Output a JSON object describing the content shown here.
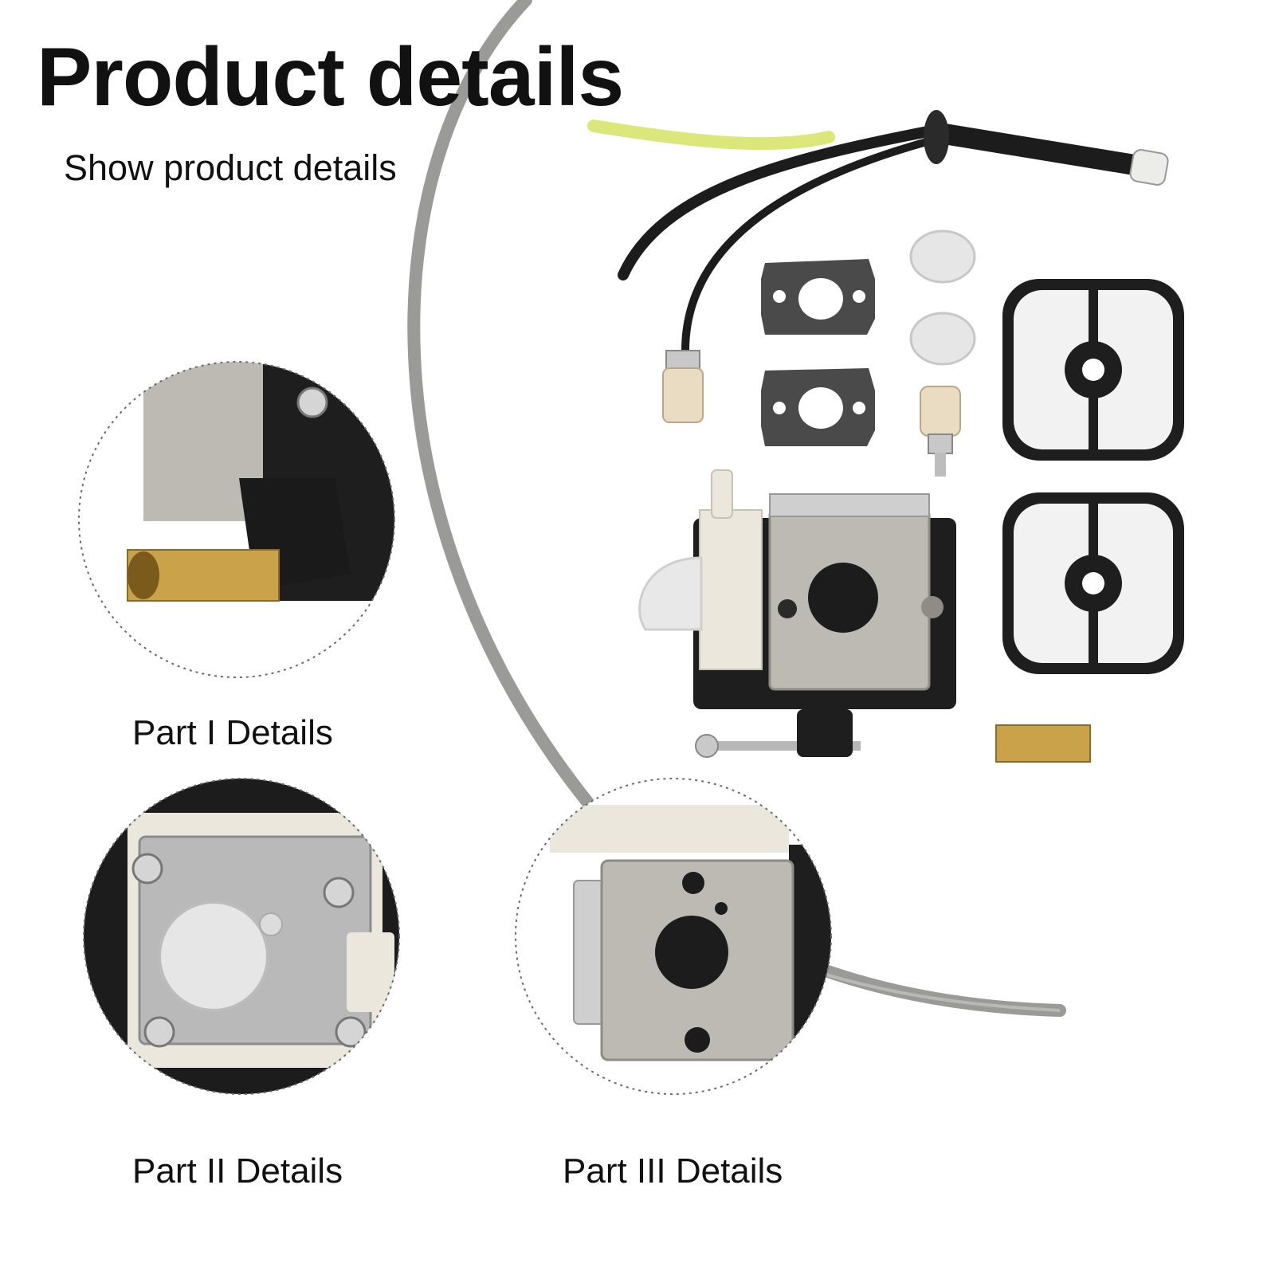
{
  "header": {
    "title": "Product details",
    "subtitle": "Show product details"
  },
  "captions": {
    "part1": "Part I Details",
    "part2": "Part II Details",
    "part3": "Part III Details"
  },
  "colors": {
    "background": "#ffffff",
    "arc": "#9a9a96",
    "metal": "#bdbab3",
    "plastic_black": "#1e1e1e",
    "brass": "#c9a24a",
    "felt": "#e9dcc2",
    "filter_white": "#f2f2f2",
    "fuel_line_yellow": "#d7e56a"
  },
  "icons": {
    "kit": "carburetor-kit-image",
    "detail1": "brass-fuel-fitting-closeup",
    "detail2": "primer-bulb-closeup",
    "detail3": "carburetor-face-closeup"
  }
}
